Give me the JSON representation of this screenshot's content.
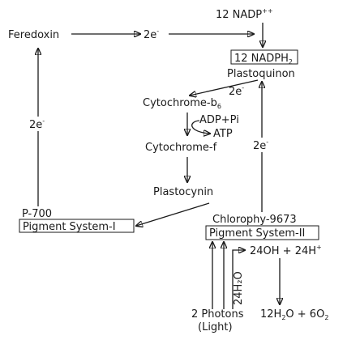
{
  "labels": {
    "nadp": "12 NADP",
    "nadp_sup": "++",
    "nadph": "12 NADPH",
    "nadph_sub": "2",
    "plastoquinon": "Plastoquinon",
    "feredoxin": "Feredoxin",
    "two_e": "2e",
    "e_sup": "-",
    "cytochrome_b": "Cytochrome-b",
    "cytochrome_b_sub": "6",
    "adp_pi": "ADP+Pi",
    "atp": "ATP",
    "cytochrome_f": "Cytochrome-f",
    "plastocynin": "Plastocynin",
    "p700": "P-700",
    "pigment_system_1": "Pigment System-I",
    "chlorophy": "Chlorophy-9673",
    "pigment_system_2": "Pigment System-II",
    "oh_h_part1": "24OH + 24H",
    "oh_h_sup": "+",
    "h2o_vertical": "24H₂O",
    "photons_line1": "2 Photons",
    "photons_line2": "(Light)",
    "products_part1": "12H",
    "products_sub1": "2",
    "products_part2": "O + 6O",
    "products_sub2": "2"
  }
}
